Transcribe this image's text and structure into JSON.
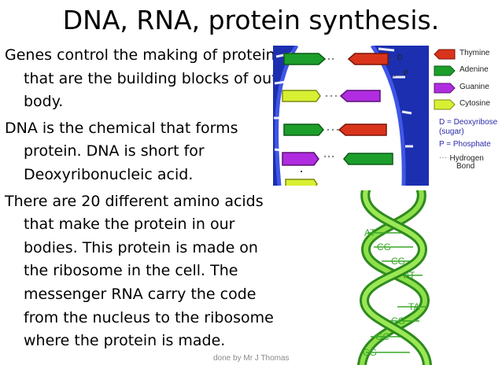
{
  "title": "DNA, RNA, protein synthesis.",
  "paragraphs": [
    "Genes control the making of protein that are the building blocks of out body.",
    "DNA is the chemical that forms protein. DNA is short for Deoxyribonucleic acid.",
    "There are 20 different amino acids that make the protein in our bodies. This protein is made on the ribosome in the cell. The messenger RNA carry the code from the nucleus to the ribosome where the protein is made."
  ],
  "credit": "done by Mr J Thomas",
  "dna_diagram": {
    "labels": {
      "d": "D",
      "p": "P"
    },
    "legend": [
      {
        "label": "Thymine",
        "color": "#d9341b"
      },
      {
        "label": "Adenine",
        "color": "#1c9e2b"
      },
      {
        "label": "Guanine",
        "color": "#b02ce0"
      },
      {
        "label": "Cytosine",
        "color": "#d8f032"
      }
    ],
    "definitions": {
      "d_line1": "D = Deoxyribose",
      "d_line2": "(sugar)",
      "p_line": "P = Phosphate",
      "bond_line1": "Hydrogen",
      "bond_line2": "Bond"
    }
  },
  "helix": {
    "pairs": [
      "AT",
      "CG",
      "CG",
      "AT",
      "TA",
      "CG",
      "GC",
      "CG"
    ],
    "color": "#3aa828"
  }
}
